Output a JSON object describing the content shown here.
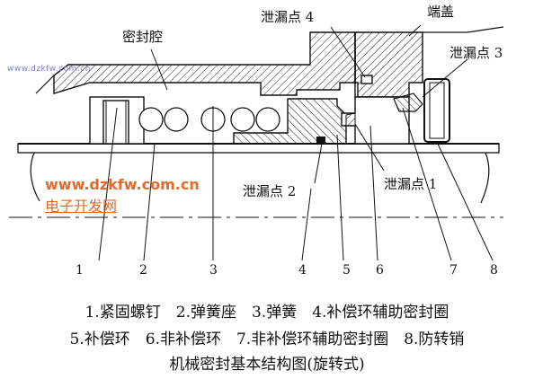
{
  "labels": {
    "seal_cavity": "密封腔",
    "leak_point_4": "泄漏点 4",
    "end_cover": "端盖",
    "leak_point_3": "泄漏点 3",
    "leak_point_2": "泄漏点 2",
    "leak_point_1": "泄漏点 1"
  },
  "part_numbers": [
    "1",
    "2",
    "3",
    "4",
    "5",
    "6",
    "7",
    "8"
  ],
  "watermarks": {
    "small_url": "www.dzkfw.com.cn",
    "big_url": "www.dzkfw.com.cn",
    "site_name": "电子开发网"
  },
  "caption": {
    "line1": "1.紧固螺钉　2.弹簧座　3.弹簧　4.补偿环辅助密封圈",
    "line2": "5.补偿环　6.非补偿环　7.非补偿环辅助密封圈　8.防转销",
    "line3": "机械密封基本结构图(旋转式)"
  }
}
